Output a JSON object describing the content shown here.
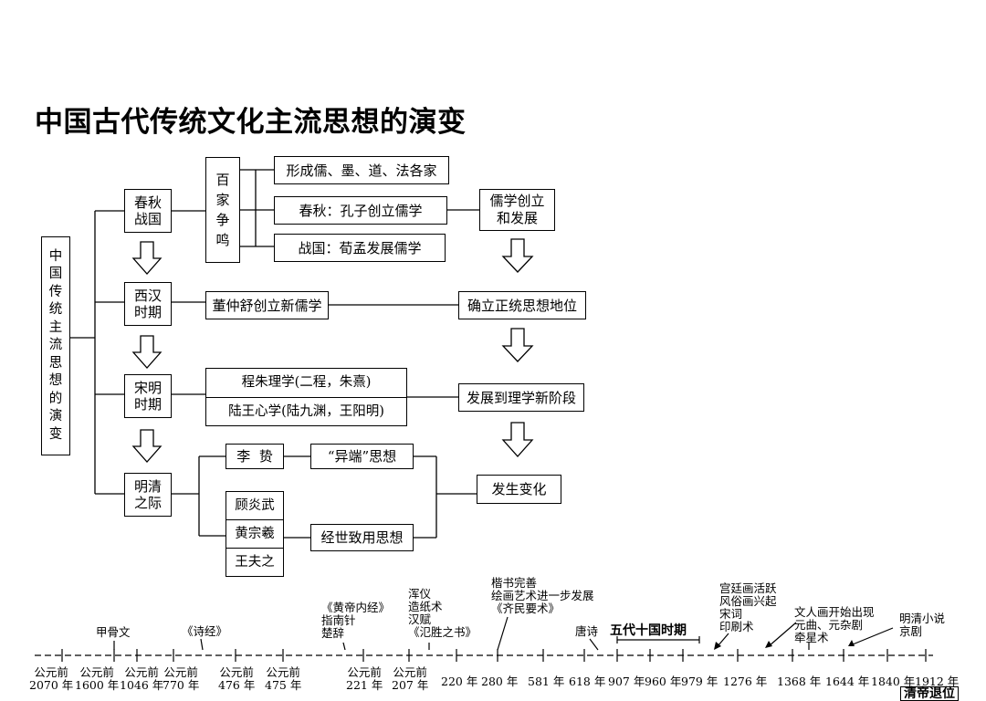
{
  "title": "中国古代传统文化主流思想的演变",
  "root_label": [
    "中",
    "国",
    "传",
    "统",
    "主",
    "流",
    "思",
    "想",
    "的",
    "演",
    "变"
  ],
  "periods": [
    "春秋\n战国",
    "西汉\n时期",
    "宋明\n时期",
    "明清\n之际"
  ],
  "baijia": [
    "百",
    "家",
    "争",
    "鸣"
  ],
  "spring_items": [
    "形成儒、墨、道、法各家",
    "春秋：孔子创立儒学",
    "战国：荀孟发展儒学"
  ],
  "rujia": "儒学创立\n和发展",
  "han_item": "董仲舒创立新儒学",
  "han_result": "确立正统思想地位",
  "song_items": [
    "程朱理学(二程，朱熹)",
    "陆王心学(陆九渊，王阳明)"
  ],
  "song_result": "发展到理学新阶段",
  "ming_people": [
    "李  贽",
    "顾炎武",
    "黄宗羲",
    "王夫之"
  ],
  "yiduan": "“异端”思想",
  "jingshi": "经世致用思想",
  "ming_result": "发生变化",
  "timeline": {
    "above": {
      "jiaguwen": "甲骨文",
      "shijing": "《诗经》",
      "huangdi": "《黄帝内经》\n指南针\n楚辞",
      "hunyi": "浑仪\n造纸术\n汉赋\n《氾胜之书》",
      "kaishu": "楷书完善\n绘画艺术进一步发展\n《齐民要术》",
      "tangshi": "唐诗",
      "wudai": "五代十国时期",
      "song": "宫廷画活跃\n风俗画兴起\n宋词\n印刷术",
      "yuan": "文人画开始出现\n元曲、元杂剧\n牵星术",
      "mingqing": "明清小说\n京剧"
    },
    "below": [
      "公元前\n2070 年",
      "公元前\n1600 年",
      "公元前\n1046 年",
      "公元前\n770 年",
      "公元前\n476 年",
      "公元前\n475 年",
      "公元前\n221 年",
      "公元前\n207 年",
      "220 年",
      "280 年",
      "581 年",
      "618 年",
      "907 年",
      "960 年",
      "979 年",
      "1276 年",
      "1368 年",
      "1644 年",
      "1840 年",
      "1912 年"
    ],
    "cutoff": "清帝退位"
  }
}
